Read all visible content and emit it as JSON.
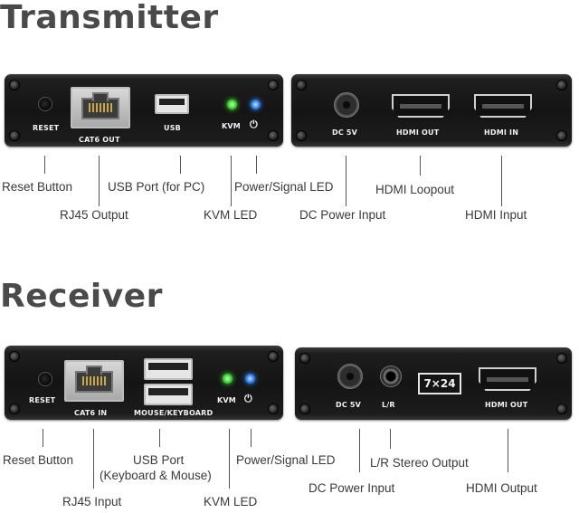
{
  "transmitter": {
    "title": "Transmitter",
    "panel_labels": {
      "reset": "RESET",
      "cat6": "CAT6 OUT",
      "usb": "USB",
      "kvm": "KVM",
      "power_symbol": "⏻",
      "dc": "DC 5V",
      "hdmi_out": "HDMI OUT",
      "hdmi_in": "HDMI IN"
    },
    "annotations": {
      "reset": "Reset Button",
      "rj45": "RJ45 Output",
      "usb": "USB Port (for PC)",
      "kvm_led": "KVM LED",
      "power_led": "Power/Signal LED",
      "dc": "DC Power Input",
      "hdmi_loop": "HDMI Loopout",
      "hdmi_in": "HDMI Input"
    }
  },
  "receiver": {
    "title": "Receiver",
    "panel_labels": {
      "reset": "RESET",
      "cat6": "CAT6 IN",
      "usb": "MOUSE/KEYBOARD",
      "kvm": "KVM",
      "power_symbol": "⏻",
      "dc": "DC 5V",
      "lr": "L/R",
      "badge": "7×24",
      "hdmi_out": "HDMI OUT"
    },
    "annotations": {
      "reset": "Reset Button",
      "rj45": "RJ45 Input",
      "usb_line1": "USB Port",
      "usb_line2": "(Keyboard & Mouse)",
      "kvm_led": "KVM LED",
      "power_led": "Power/Signal LED",
      "dc": "DC Power Input",
      "lr": "L/R Stereo Output",
      "hdmi_out": "HDMI Output"
    }
  }
}
